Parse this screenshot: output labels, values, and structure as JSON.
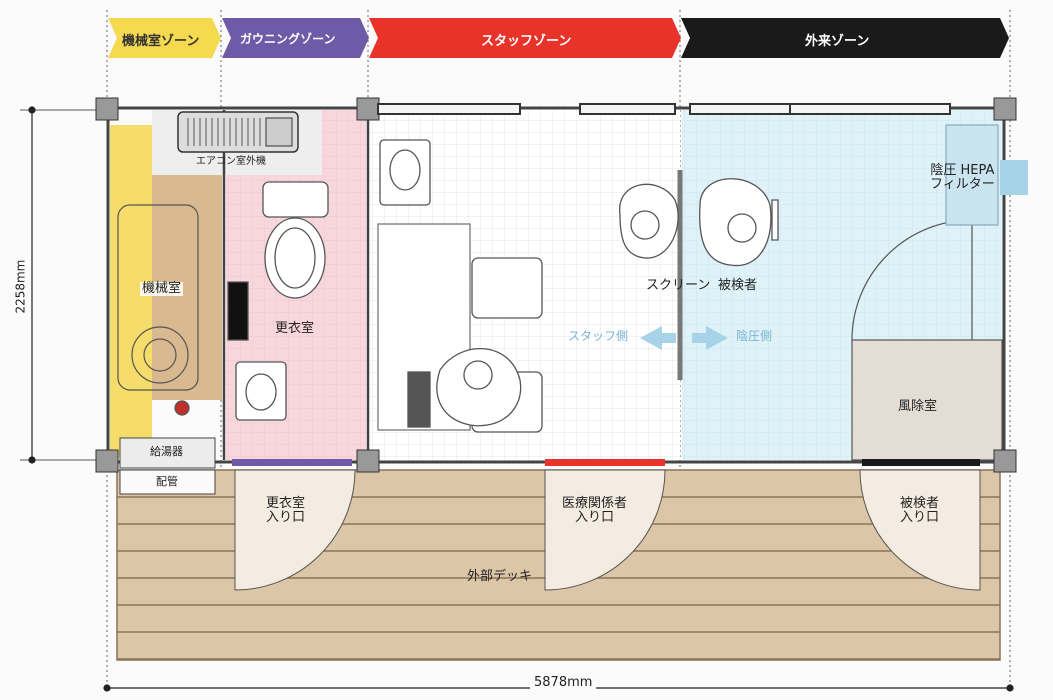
{
  "zones": [
    {
      "label": "機械室ゾーン",
      "color": "#f5d94e",
      "text_color": "#333333"
    },
    {
      "label": "ガウニングゾーン",
      "color": "#6e5aa7",
      "text_color": "#ffffff"
    },
    {
      "label": "スタッフゾーン",
      "color": "#e8332a",
      "text_color": "#ffffff"
    },
    {
      "label": "外来ゾーン",
      "color": "#1a1a1a",
      "text_color": "#ffffff"
    }
  ],
  "dimensions": {
    "height": "2258mm",
    "width": "5878mm"
  },
  "rooms": {
    "outdoor_unit": "エアコン室外機",
    "machine_room": "機械室",
    "changing_room": "更衣室",
    "wind_break_room": "風除室",
    "water_heater": "給湯器",
    "piping": "配管",
    "deck": "外部デッキ"
  },
  "labels": {
    "hepa_filter": "陰圧 HEPA\nフィルター",
    "screen": "スクリーン",
    "examinee": "被検者",
    "staff_side": "スタッフ側",
    "negative_pressure_side": "陰圧側"
  },
  "entrances": {
    "changing_room": "更衣室\n入り口",
    "medical_staff": "医療関係者\n入り口",
    "examinee": "被検者\n入り口"
  },
  "colors": {
    "machine_room": "#f6dc6a",
    "changing_room": "#f8d7dc",
    "staff_area": "#ffffff",
    "patient_area": "#dff2f7",
    "deck": "#dcc6a8",
    "door_purple": "#6e5aa7",
    "door_red": "#e8332a",
    "door_dark": "#1a1a1a",
    "arrow_blue": "#a6d3e8"
  }
}
